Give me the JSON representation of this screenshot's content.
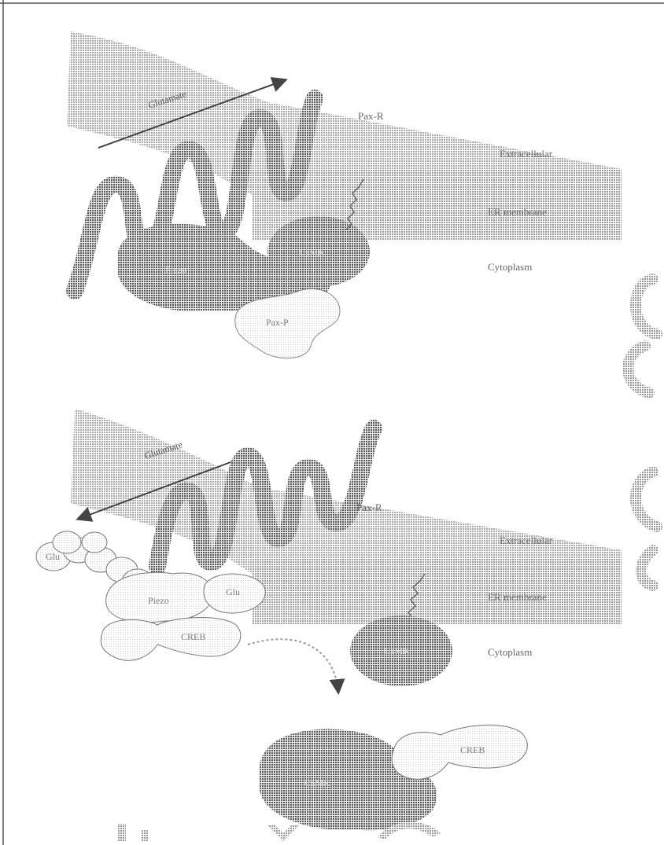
{
  "panel_top": {
    "arrow_label": "Glutamate",
    "receptor_label": "Pax-R",
    "layer_labels": {
      "extracellular": "Extracellular",
      "membrane": "ER membrane",
      "cytoplasm": "Cytoplasm"
    },
    "blobs": {
      "left": "Piezo",
      "right": "CaMK",
      "small": "Pax-P"
    }
  },
  "panel_bottom": {
    "arrow_label": "Glutamate",
    "receptor_label": "Pax-R",
    "layer_labels": {
      "extracellular": "Extracellular",
      "membrane": "ER membrane",
      "cytoplasm": "Cytoplasm"
    },
    "blobs": {
      "chain_end": "Glu",
      "center": "Piezo",
      "right": "Glu",
      "bottom": "CREB",
      "dark_right": "CaMK",
      "final_dark": "CaMK",
      "final_light": "CREB"
    }
  },
  "colors": {
    "band": "#bdbdbd",
    "dark_blob": "#6e6e6e",
    "light_blob": "#eeeeee",
    "wave": "#7a7a7a"
  }
}
